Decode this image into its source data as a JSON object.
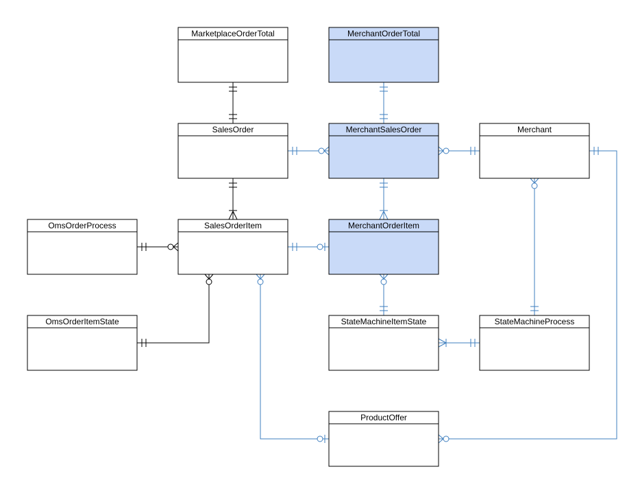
{
  "colors": {
    "plain_fill": "#ffffff",
    "highlight_fill": "#c9daf8",
    "black_line": "#000000",
    "blue_line": "#3f7fbf"
  },
  "entities": {
    "marketplace_order_total": {
      "label": "MarketplaceOrderTotal",
      "highlighted": false
    },
    "merchant_order_total": {
      "label": "MerchantOrderTotal",
      "highlighted": true
    },
    "sales_order": {
      "label": "SalesOrder",
      "highlighted": false
    },
    "merchant_sales_order": {
      "label": "MerchantSalesOrder",
      "highlighted": true
    },
    "merchant": {
      "label": "Merchant",
      "highlighted": false
    },
    "oms_order_process": {
      "label": "OmsOrderProcess",
      "highlighted": false
    },
    "sales_order_item": {
      "label": "SalesOrderItem",
      "highlighted": false
    },
    "merchant_order_item": {
      "label": "MerchantOrderItem",
      "highlighted": true
    },
    "oms_order_item_state": {
      "label": "OmsOrderItemState",
      "highlighted": false
    },
    "state_machine_item_state": {
      "label": "StateMachineItemState",
      "highlighted": false
    },
    "state_machine_process": {
      "label": "StateMachineProcess",
      "highlighted": false
    },
    "product_offer": {
      "label": "ProductOffer",
      "highlighted": false
    }
  },
  "relationships": [
    {
      "name": "rel-marketplace-order-total-sales-order",
      "from": "MarketplaceOrderTotal",
      "to": "SalesOrder",
      "from_card": "one-and-only-one",
      "to_card": "one-and-only-one",
      "color": "black"
    },
    {
      "name": "rel-merchant-order-total-merchant-sales-order",
      "from": "MerchantOrderTotal",
      "to": "MerchantSalesOrder",
      "from_card": "one-and-only-one",
      "to_card": "one-and-only-one",
      "color": "blue"
    },
    {
      "name": "rel-sales-order-merchant-sales-order",
      "from": "SalesOrder",
      "to": "MerchantSalesOrder",
      "from_card": "one-and-only-one",
      "to_card": "zero-or-many",
      "color": "blue"
    },
    {
      "name": "rel-merchant-sales-order-merchant",
      "from": "MerchantSalesOrder",
      "to": "Merchant",
      "from_card": "zero-or-many",
      "to_card": "one-and-only-one",
      "color": "blue"
    },
    {
      "name": "rel-sales-order-sales-order-item",
      "from": "SalesOrder",
      "to": "SalesOrderItem",
      "from_card": "one-and-only-one",
      "to_card": "one-or-many",
      "color": "black"
    },
    {
      "name": "rel-merchant-sales-order-merchant-order-item",
      "from": "MerchantSalesOrder",
      "to": "MerchantOrderItem",
      "from_card": "one-and-only-one",
      "to_card": "one-or-many",
      "color": "blue"
    },
    {
      "name": "rel-merchant-state-machine-process",
      "from": "Merchant",
      "to": "StateMachineProcess",
      "from_card": "zero-or-many",
      "to_card": "one-and-only-one",
      "color": "blue"
    },
    {
      "name": "rel-oms-order-process-sales-order-item",
      "from": "OmsOrderProcess",
      "to": "SalesOrderItem",
      "from_card": "one-and-only-one",
      "to_card": "zero-or-many",
      "color": "black"
    },
    {
      "name": "rel-sales-order-item-merchant-order-item",
      "from": "SalesOrderItem",
      "to": "MerchantOrderItem",
      "from_card": "one-and-only-one",
      "to_card": "zero-or-one",
      "color": "blue"
    },
    {
      "name": "rel-oms-order-item-state-sales-order-item",
      "from": "OmsOrderItemState",
      "to": "SalesOrderItem",
      "from_card": "one-and-only-one",
      "to_card": "zero-or-many",
      "color": "black"
    },
    {
      "name": "rel-merchant-order-item-state-machine-item-state",
      "from": "MerchantOrderItem",
      "to": "StateMachineItemState",
      "from_card": "zero-or-many",
      "to_card": "one-and-only-one",
      "color": "blue"
    },
    {
      "name": "rel-state-machine-item-state-process",
      "from": "StateMachineItemState",
      "to": "StateMachineProcess",
      "from_card": "one-or-many",
      "to_card": "one-and-only-one",
      "color": "blue"
    },
    {
      "name": "rel-sales-order-item-product-offer",
      "from": "SalesOrderItem",
      "to": "ProductOffer",
      "from_card": "zero-or-many",
      "to_card": "zero-or-one",
      "color": "blue"
    },
    {
      "name": "rel-merchant-product-offer",
      "from": "Merchant",
      "to": "ProductOffer",
      "from_card": "one-and-only-one",
      "to_card": "zero-or-many",
      "color": "blue"
    }
  ]
}
